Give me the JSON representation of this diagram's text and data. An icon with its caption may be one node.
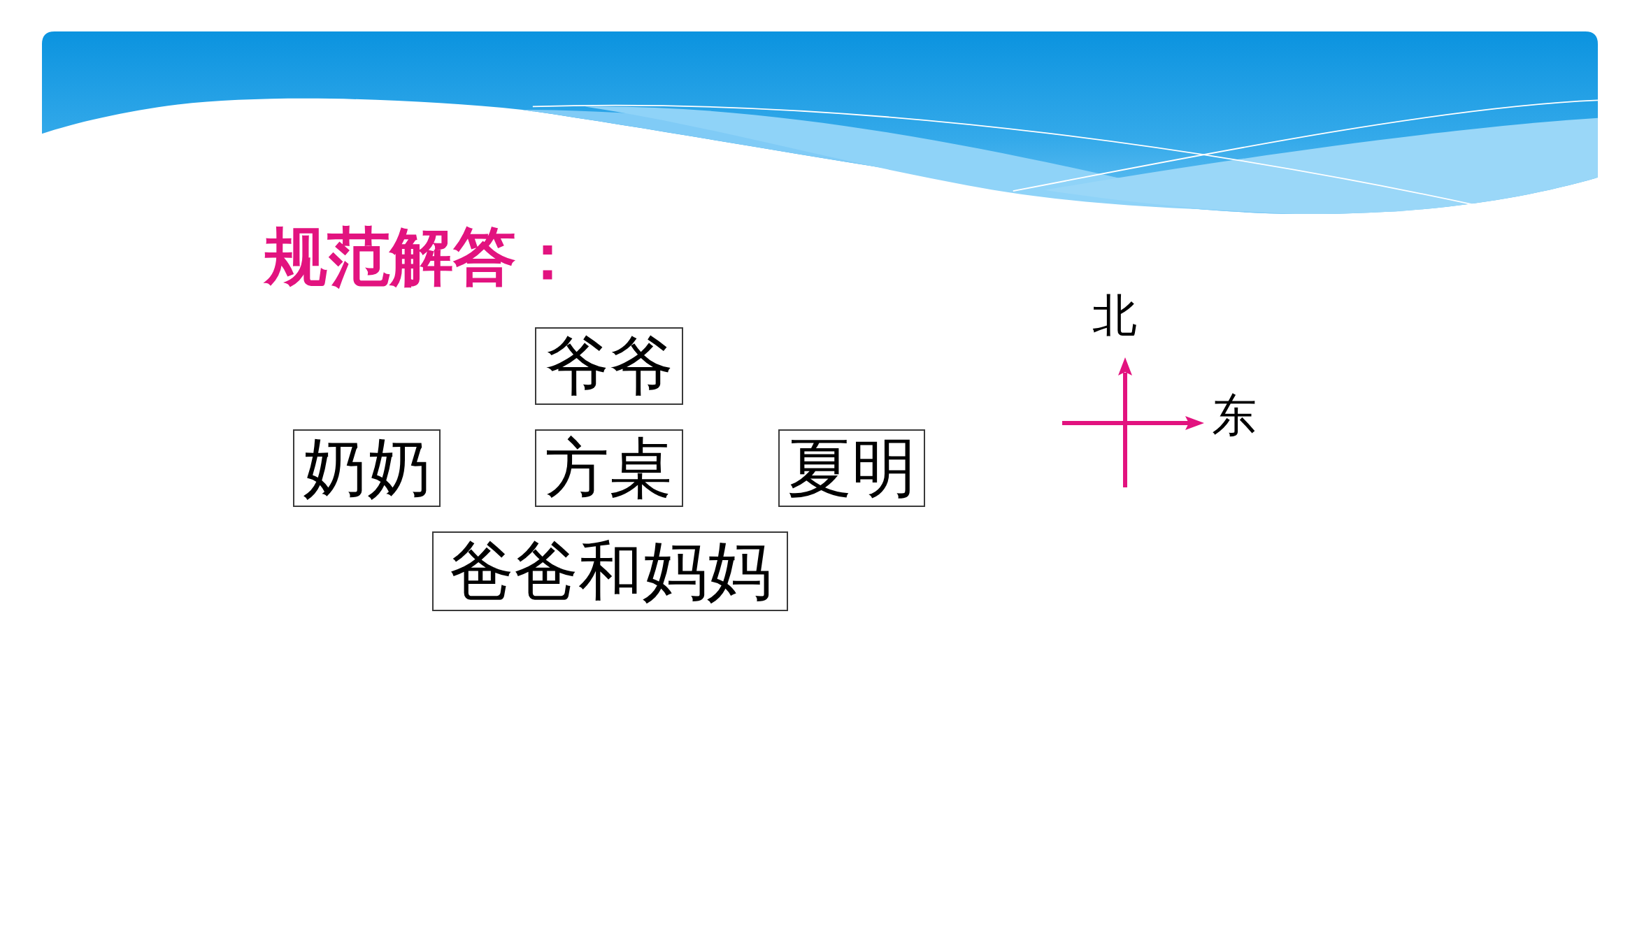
{
  "diagram": {
    "title": "规范解答：",
    "nodes": [
      {
        "text": [
          "爷爷"
        ]
      },
      {
        "text": [
          "奶奶"
        ]
      },
      {
        "text": [
          "方桌"
        ]
      },
      {
        "text": [
          "夏明"
        ]
      },
      {
        "text": [
          "爸爸和妈妈"
        ]
      }
    ],
    "labels": [
      "北",
      "东"
    ]
  }
}
